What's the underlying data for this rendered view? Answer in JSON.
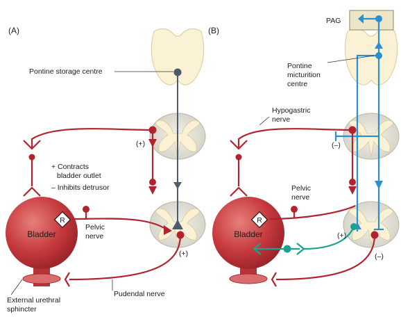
{
  "panels": {
    "a": {
      "tag": "(A)",
      "pontine_storage_centre": "Pontine storage centre",
      "plus_upper": "(+)",
      "plus_lower": "(+)",
      "contracts_line1": "+ Contracts",
      "contracts_line2": "bladder outlet",
      "inhibits": "– Inhibits detrusor",
      "pelvic_line1": "Pelvic",
      "pelvic_line2": "nerve",
      "bladder": "Bladder",
      "receptor": "R",
      "pudendal": "Pudendal nerve",
      "external_line1": "External urethral",
      "external_line2": "sphincter"
    },
    "b": {
      "tag": "(B)",
      "pag": "PAG",
      "pontine_line1": "Pontine",
      "pontine_line2": "micturition",
      "pontine_line3": "centre",
      "hypogastric_line1": "Hypogastric",
      "hypogastric_line2": "nerve",
      "minus_upper": "(–)",
      "pelvic_line1": "Pelvic",
      "pelvic_line2": "nerve",
      "plus_inner": "(+)",
      "minus_lower": "(–)",
      "bladder": "Bladder",
      "receptor": "R"
    }
  },
  "colors": {
    "nerve_red": "#b2232e",
    "descending_gray": "#4e5a6b",
    "descending_blue": "#2a8fd1",
    "afferent_teal": "#19a38c",
    "bladder_red": "#c23a3e",
    "cord_fill": "#e4e2d9",
    "grey_matter": "#fbf2d6"
  }
}
